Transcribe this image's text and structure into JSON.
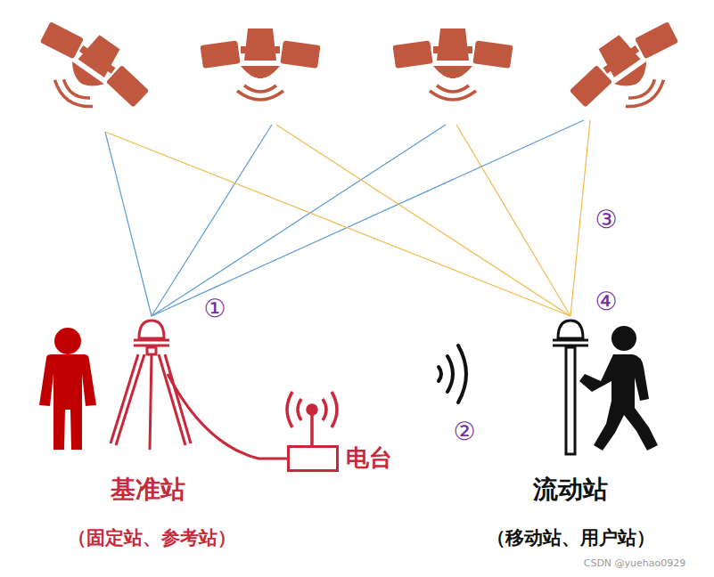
{
  "diagram": {
    "nodes": [
      {
        "text": [
          "电台"
        ]
      }
    ],
    "labels": [
      "①",
      "②",
      "③",
      "④",
      "基准站",
      "（固定站、参考站）",
      "流动站",
      "（移动站、用户站）",
      "CSDN @yuehao0929"
    ]
  }
}
